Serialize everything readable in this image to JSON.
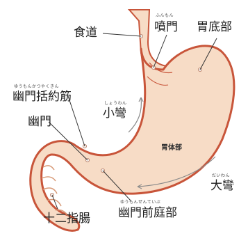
{
  "labels": {
    "shokudo": "食道",
    "funmon": "噴門",
    "funmon_ruby": "ふんもん",
    "ite_bu": "胃底部",
    "yumon_katsuyakukin": "幽門括約筋",
    "yumon_katsuyakukin_ruby": "ゆうもんかつやくきん",
    "showan": "小彎",
    "showan_ruby": "しょうわん",
    "yumon": "幽門",
    "itaibu": "胃体部",
    "daiwan": "大彎",
    "daiwan_ruby": "だいわん",
    "juunishichou": "十二指腸",
    "yumon_zenteibu": "幽門前庭部",
    "yumon_zenteibu_ruby": "ゆうもんぜんていぶ"
  },
  "colors": {
    "stomach_fill": "#f7dcc6",
    "stomach_outline": "#c8553a",
    "outline_outer": "#e8b595",
    "leader": "#333333",
    "point": "#f3ece6",
    "arrow": "#8a8a8a"
  }
}
